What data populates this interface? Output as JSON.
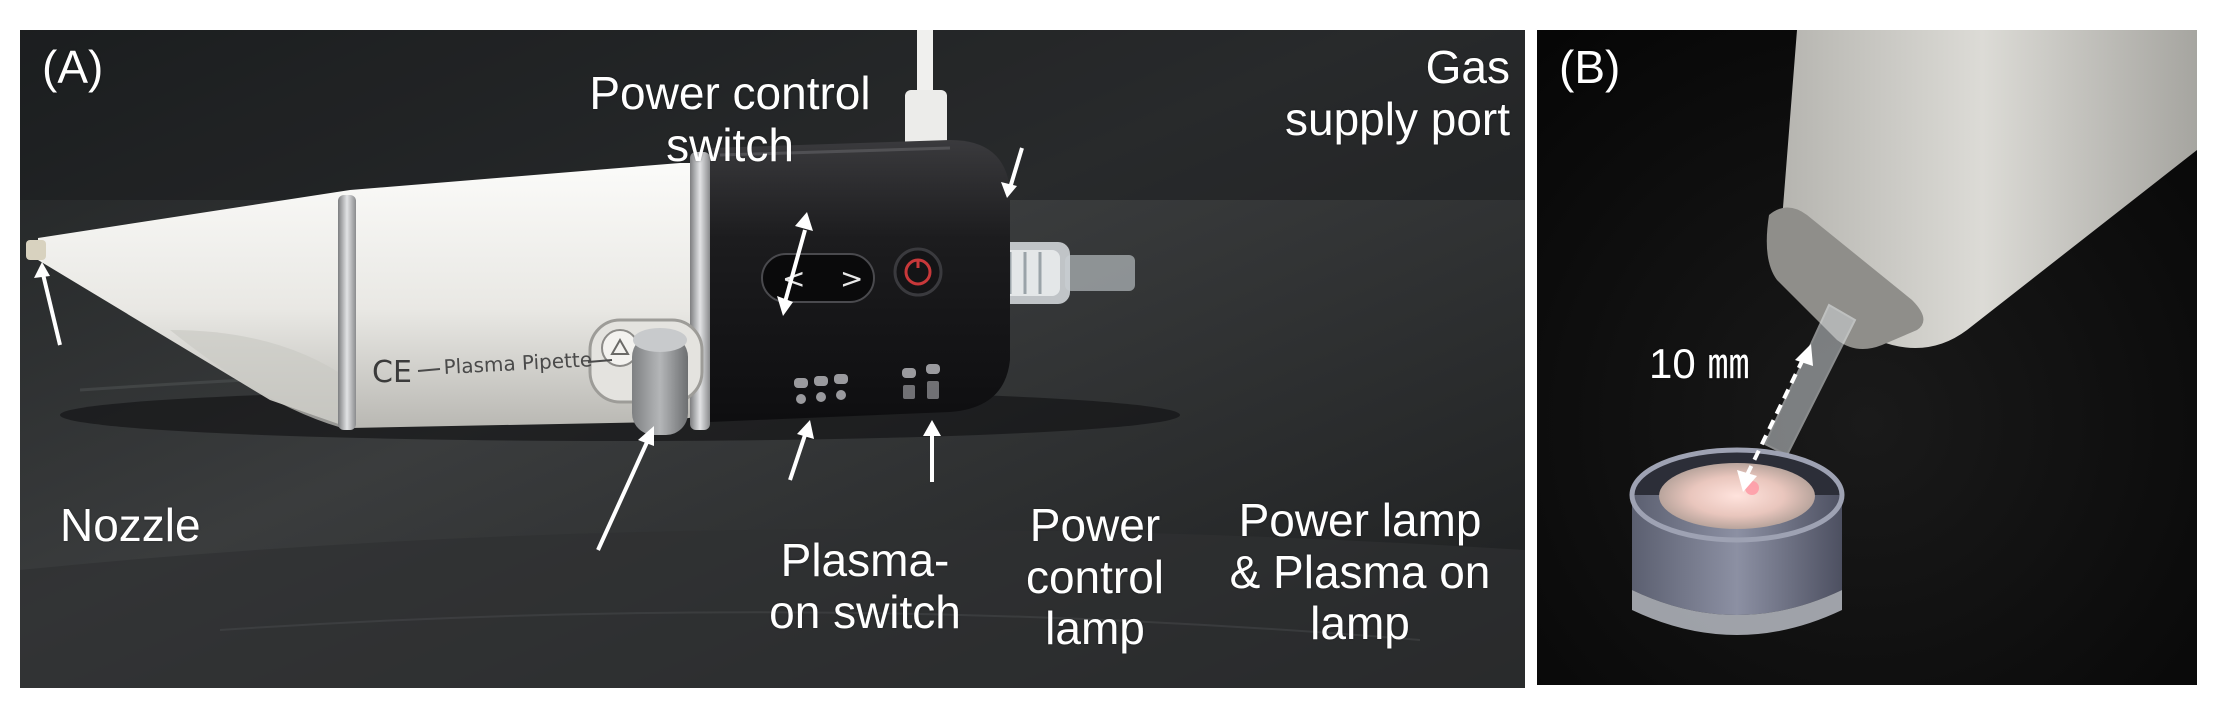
{
  "panel_a": {
    "panel_label": "(A)",
    "device_print": "Plasma Pipette",
    "ce_mark": "CE",
    "annotations": {
      "power_control_switch": "Power control\nswitch",
      "gas_supply_port": "Gas\nsupply port",
      "nozzle": "Nozzle",
      "plasma_on_switch": "Plasma-\non switch",
      "power_control_lamp": "Power\ncontrol\nlamp",
      "power_plasma_lamp": "Power lamp\n& Plasma on\nlamp"
    }
  },
  "panel_b": {
    "panel_label": "(B)",
    "distance_label": "10 ㎜"
  },
  "colors": {
    "bench_dark": "#2b2d2e",
    "device_white": "#ecebe8",
    "device_black": "#1e1e20",
    "annotation_text": "#ffffff",
    "plasma_glow": "#f3d7cf"
  }
}
